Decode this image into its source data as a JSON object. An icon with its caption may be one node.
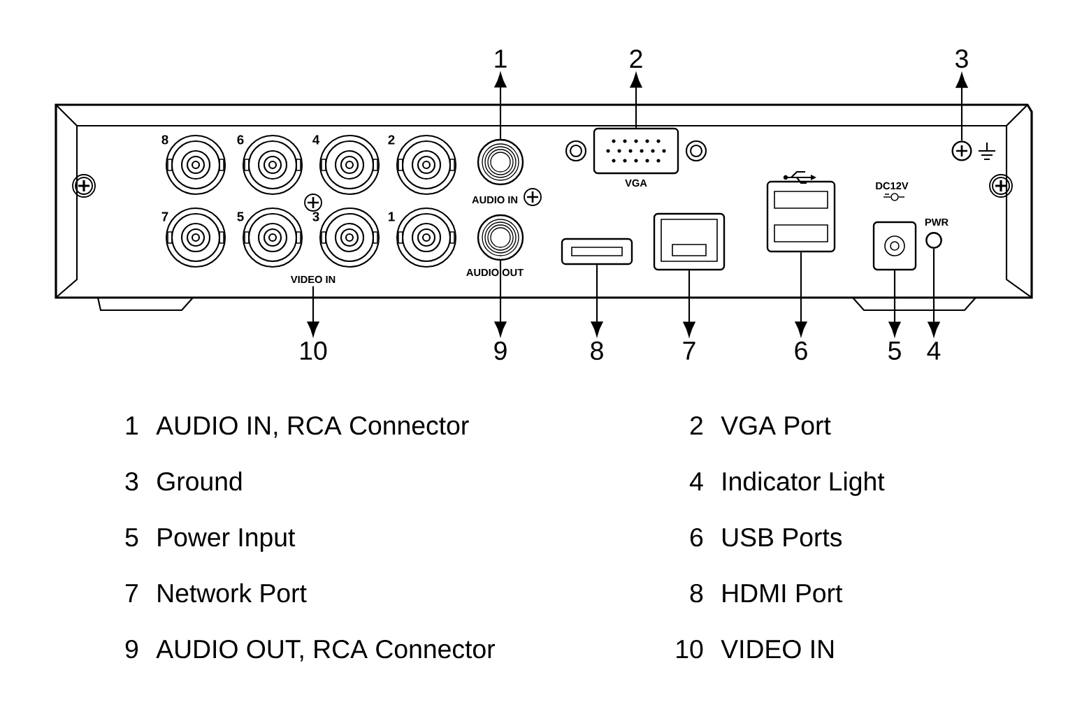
{
  "diagram": {
    "nodes": [
      {
        "text": [
          "1"
        ]
      },
      {
        "text": [
          "2"
        ]
      },
      {
        "text": [
          "3"
        ]
      },
      {
        "text": [
          "10"
        ]
      },
      {
        "text": [
          "9"
        ]
      },
      {
        "text": [
          "8"
        ]
      },
      {
        "text": [
          "7"
        ]
      },
      {
        "text": [
          "6"
        ]
      },
      {
        "text": [
          "5"
        ]
      },
      {
        "text": [
          "4"
        ]
      },
      {
        "text": [],
        "shape": "circle"
      },
      {
        "text": [],
        "shape": "box"
      },
      {
        "text": [],
        "shape": "circle"
      },
      {
        "text": [
          "VIDEO IN"
        ]
      },
      {
        "text": [],
        "shape": "circle"
      },
      {
        "text": [],
        "shape": "box"
      },
      {
        "text": [],
        "shape": "box"
      },
      {
        "text": [],
        "shape": "box"
      },
      {
        "text": [],
        "shape": "box"
      },
      {
        "text": [],
        "shape": "circle"
      }
    ],
    "edges": [
      {
        "from": 10,
        "to": 0,
        "arrow": "to"
      },
      {
        "from": 11,
        "to": 1,
        "arrow": "to"
      },
      {
        "from": 12,
        "to": 2,
        "arrow": "to"
      },
      {
        "from": 13,
        "to": 3,
        "arrow": "to"
      },
      {
        "from": 14,
        "to": 4,
        "arrow": "to"
      },
      {
        "from": 15,
        "to": 5,
        "arrow": "to"
      },
      {
        "from": 16,
        "to": 6,
        "arrow": "to"
      },
      {
        "from": 17,
        "to": 7,
        "arrow": "to"
      },
      {
        "from": 18,
        "to": 8,
        "arrow": "to"
      },
      {
        "from": 19,
        "to": 9,
        "arrow": "to"
      }
    ],
    "labels": [
      "8",
      "6",
      "4",
      "2",
      "AUDIO IN",
      "VGA",
      "DC12V",
      "PWR",
      "7",
      "5",
      "3",
      "1",
      "AUDIO OUT",
      "1",
      "AUDIO IN, RCA Connector",
      "2",
      "VGA Port",
      "3",
      "Ground",
      "4",
      "Indicator Light",
      "5",
      "Power Input",
      "6",
      "USB Ports",
      "7",
      "Network Port",
      "8",
      "HDMI Port",
      "9",
      "AUDIO OUT, RCA Connector",
      "10",
      "VIDEO IN"
    ]
  }
}
